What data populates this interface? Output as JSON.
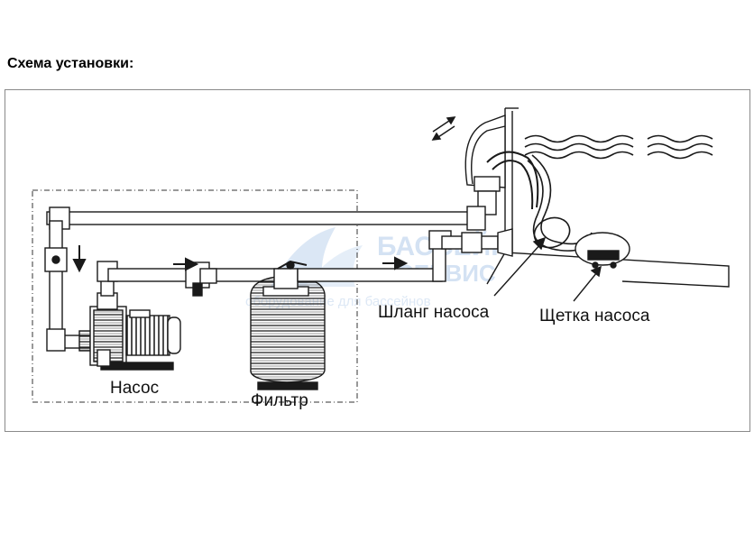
{
  "page": {
    "title": "Схема установки:"
  },
  "labels": {
    "pump": "Насос",
    "filter": "Фильтр",
    "hose": "Шланг насоса",
    "brush": "Щетка насоса"
  },
  "watermark": {
    "line1": "БАССЕЙН",
    "line2": "СЕРВИС",
    "subtitle": "оборудование для бассейнов"
  },
  "colors": {
    "line": "#1a1a1a",
    "frame": "#8a8a8a",
    "watermark": "#d4e2f3"
  }
}
